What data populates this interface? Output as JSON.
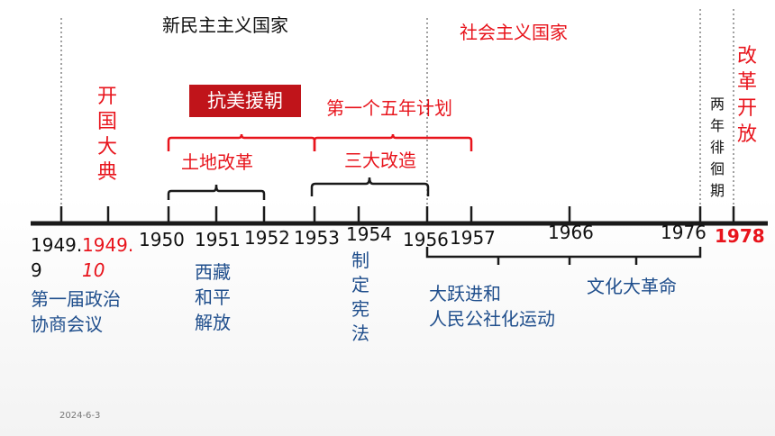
{
  "periods": {
    "new_democracy": "新民主主义国家",
    "socialism": "社会主义国家",
    "reform_opening": "改革开放"
  },
  "events": {
    "founding": "开国大典",
    "kmyc": "抗美援朝",
    "five_year_plan": "第一个五年计划",
    "land_reform": "土地改革",
    "three_transformations": "三大改造",
    "wandering": "两年徘徊期",
    "cppcc": [
      "第一届政治",
      "协商会议"
    ],
    "tibet": [
      "西藏",
      "和平",
      "解放"
    ],
    "constitution": "制定宪法",
    "great_leap": [
      "大跃进和",
      "人民公社化运动"
    ],
    "cultural_revolution": "文化大革命"
  },
  "years": {
    "y1949_9_a": "1949.",
    "y1949_9_b": "9",
    "y1949_10_a": "1949.",
    "y1949_10_b": "10",
    "y1950": "1950",
    "y1951": "1951",
    "y1952": "1952",
    "y1953": "1953",
    "y1954": "1954",
    "y1956": "1956",
    "y1957": "1957",
    "y1966": "1966",
    "y1976": "1976",
    "y1978": "1978"
  },
  "footer_date": "2024-6-3",
  "colors": {
    "red": "#e8141c",
    "dark_red_box": "#c0141a",
    "blue": "#1f4e8c",
    "black": "#111111"
  }
}
